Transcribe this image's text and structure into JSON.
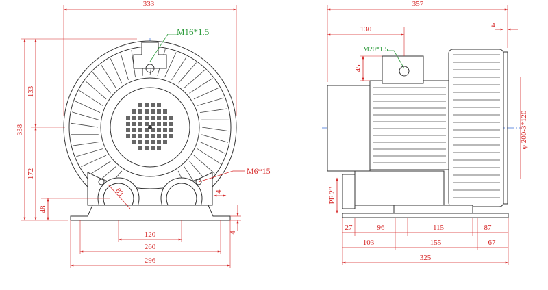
{
  "colors": {
    "dimension": "#d62828",
    "callout": "#2d9b3c",
    "centerline": "#3a6ed8",
    "outline": "#333333"
  },
  "front_view": {
    "callouts": {
      "inlet_thread": "M16*1.5",
      "mount_bolt": "M6*15",
      "port_diameter": "83"
    },
    "dimensions": {
      "overall_width": "333",
      "overall_height": "338",
      "upper_center": "133",
      "lower_center": "172",
      "base_height": "48",
      "foot_slot": "4",
      "plate_thickness": "4",
      "port_spacing": "120",
      "hole_spacing": "260",
      "base_width": "296"
    }
  },
  "side_view": {
    "callouts": {
      "junction_thread": "M20*1.5",
      "flange": "φ 200-3*120",
      "pipe_thread": "PF 2\""
    },
    "dimensions": {
      "overall_length": "357",
      "cover_offset": "4",
      "box_offset": "130",
      "box_height": "45",
      "d27": "27",
      "d96": "96",
      "d115": "115",
      "d87": "87",
      "d103": "103",
      "d155": "155",
      "d67": "67",
      "base_length": "325"
    }
  }
}
